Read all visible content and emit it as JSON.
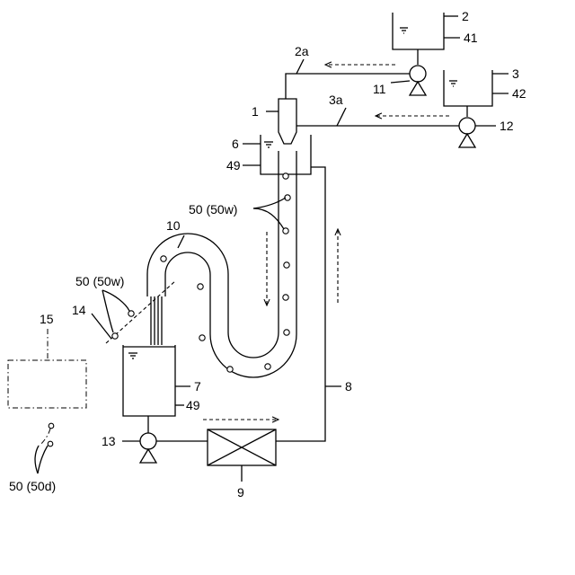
{
  "labels": {
    "tank_2": "2",
    "liquid_41": "41",
    "tank_3": "3",
    "liquid_42": "42",
    "line_2a": "2a",
    "line_3a": "3a",
    "pump_11": "11",
    "pump_12": "12",
    "nozzle_1": "1",
    "vessel_6": "6",
    "liquid_49_top": "49",
    "particles_top": "50 (50w)",
    "tube_10": "10",
    "particles_mid": "50 (50w)",
    "separator_14": "14",
    "box_15": "15",
    "tank_7": "7",
    "liquid_49_bottom": "49",
    "line_8": "8",
    "pump_13": "13",
    "unit_9": "9",
    "particles_dry": "50 (50d)"
  }
}
